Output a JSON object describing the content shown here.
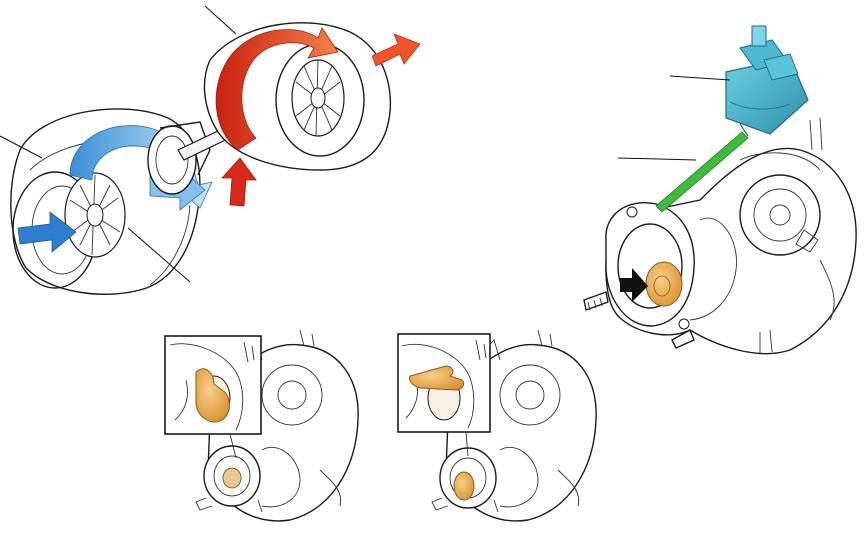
{
  "figure": {
    "kind": "technical illustration",
    "panels": [
      {
        "id": "turbocharger-cutaway",
        "icons": [
          "blue-intake-arrow-icon",
          "blue-compressed-flow-icon",
          "red-exhaust-flow-icon",
          "red-exhaust-out-arrow-icon",
          "red-exhaust-in-arrow-icon"
        ]
      },
      {
        "id": "wastegate-actuator-view",
        "icons": [
          "black-flow-arrow-icon"
        ]
      },
      {
        "id": "wastegate-flap-closed",
        "icons": [
          "orange-flap-closed-icon"
        ]
      },
      {
        "id": "wastegate-flap-open",
        "icons": [
          "orange-flap-open-icon"
        ]
      }
    ],
    "labels": []
  },
  "colors": {
    "intake_blue": "#3a8fd8",
    "intake_blue_light": "#9fd2f2",
    "exhaust_red": "#d83a1f",
    "exhaust_orange": "#f0703a",
    "actuator_teal": "#3fb0c8",
    "rod_green": "#3dbb3a",
    "flap_orange": "#e8a84a",
    "line": "#1a1a1a"
  }
}
